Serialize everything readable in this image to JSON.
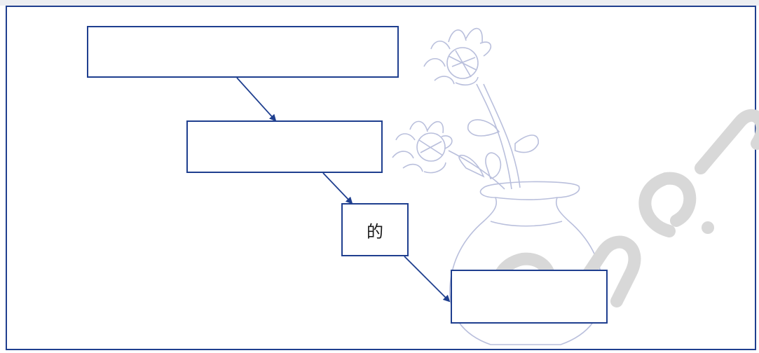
{
  "diagram": {
    "boxes": [
      {
        "id": "box-1",
        "text": ""
      },
      {
        "id": "box-2",
        "text": ""
      },
      {
        "id": "box-3",
        "text": "的"
      },
      {
        "id": "box-4",
        "text": ""
      }
    ],
    "colors": {
      "border": "#1f3f8f",
      "arrow": "#1f3f8f",
      "drawing": "#b9bfdc",
      "watermark": "#d8d8d8"
    }
  },
  "watermark": {
    "text": "eng.ne"
  }
}
